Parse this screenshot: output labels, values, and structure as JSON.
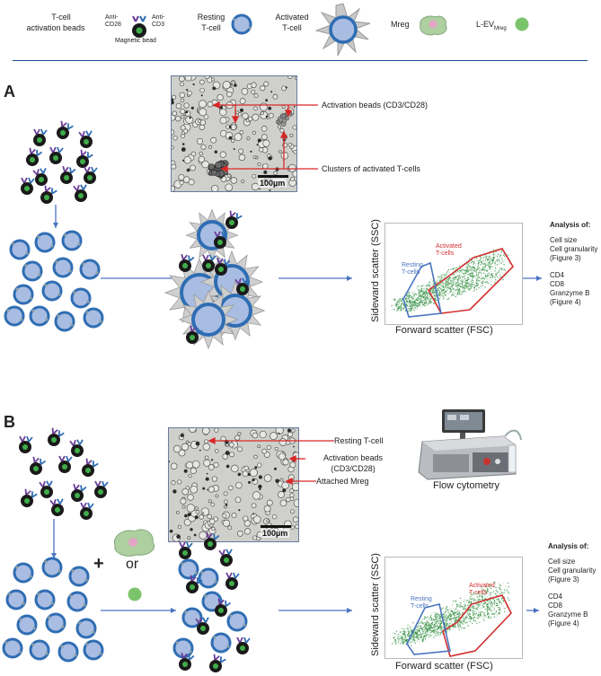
{
  "legend": {
    "beads_label_1": "T-cell",
    "beads_label_2": "activation beads",
    "anti_cd28": "Anti-\nCD28",
    "anti_cd3": "Anti-\nCD3",
    "magnetic_bead": "Magnetic bead",
    "resting_1": "Resting",
    "resting_2": "T-cell",
    "activated_1": "Activated",
    "activated_2": "T-cell",
    "mreg": "Mreg",
    "lev_main": "L-EV",
    "lev_sub": "Mreg"
  },
  "panel_a": {
    "label": "A",
    "micro_annotations": [
      "Activation beads (CD3/CD28)",
      "Clusters of activated T-cells"
    ],
    "scale": "100µm",
    "gate_activated_1": "Activated",
    "gate_activated_2": "T-cells",
    "gate_resting_1": "Resting",
    "gate_resting_2": "T-cells",
    "y_axis": "Sideward scatter (SSC)",
    "x_axis": "Forward scatter (FSC)",
    "analysis_title": "Analysis of:",
    "analysis_group1": [
      "Cell size",
      "Cell granularity",
      "(Figure 3)"
    ],
    "analysis_group2": [
      "CD4",
      "CD8",
      "Granzyme B",
      "(Figure 4)"
    ]
  },
  "panel_b": {
    "label": "B",
    "micro_annotations": [
      "Resting T-cell",
      "Activation beads",
      "(CD3/CD28)",
      "Attached Mreg"
    ],
    "scale": "100µm",
    "plus": "+",
    "or": "or",
    "flow_cytometry": "Flow cytometry",
    "gate_activated_1": "Activated",
    "gate_activated_2": "T-cells",
    "gate_resting_1": "Resting",
    "gate_resting_2": "T-cells",
    "y_axis": "Sideward scatter (SSC)",
    "x_axis": "Forward scatter (FSC)",
    "analysis_title": "Analysis of:",
    "analysis_group1": [
      "Cell size",
      "Cell granularity",
      "(Figure 3)"
    ],
    "analysis_group2": [
      "CD4",
      "CD8",
      "Granzyme B",
      "(Figure 4)"
    ]
  },
  "colors": {
    "cell_fill": "#a9bde3",
    "cell_ring": "#2f6db3",
    "bead": "#1a1a1a",
    "bead_core": "#3fae49",
    "arrow_blue": "#4a74c0",
    "annotation_red": "#d92626",
    "gate_activated": "#d03030",
    "gate_resting": "#4a74c0",
    "scatter": "#2e8b3a",
    "lev": "#7cc46c",
    "mreg": "#aecfa0",
    "divider": "#1f4e9a"
  }
}
